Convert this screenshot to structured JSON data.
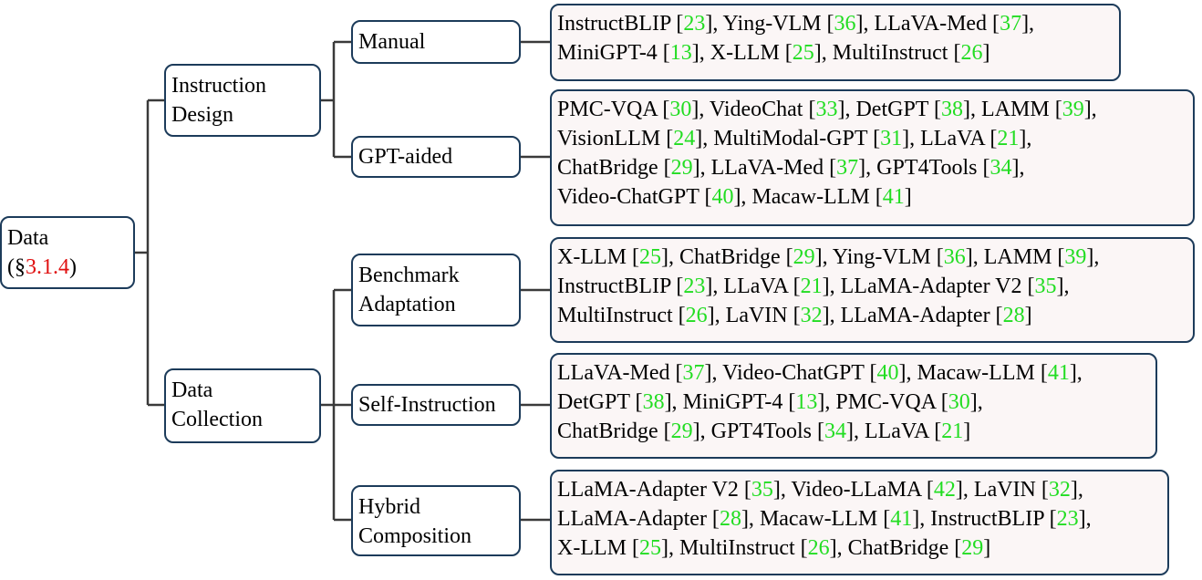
{
  "root": {
    "line1": "Data",
    "line2_prefix": "(§",
    "line2_section": "3.1.4",
    "line2_suffix": ")"
  },
  "level1": [
    {
      "line1": "Instruction",
      "line2": "Design"
    },
    {
      "line1": "Data",
      "line2": "Collection"
    }
  ],
  "level2": [
    {
      "line1": "Manual",
      "line2": ""
    },
    {
      "line1": "GPT-aided",
      "line2": ""
    },
    {
      "line1": "Benchmark",
      "line2": "Adaptation"
    },
    {
      "line1": "Self-Instruction",
      "line2": ""
    },
    {
      "line1": "Hybrid",
      "line2": "Composition"
    }
  ],
  "leaves": [
    [
      [
        [
          "InstructBLIP",
          "23"
        ],
        [
          "Ying-VLM",
          "36"
        ],
        [
          "LLaVA-Med",
          "37",
          ","
        ]
      ],
      [
        [
          "MiniGPT-4",
          "13"
        ],
        [
          "X-LLM",
          "25"
        ],
        [
          "MultiInstruct",
          "26",
          ""
        ]
      ]
    ],
    [
      [
        [
          "PMC-VQA",
          "30"
        ],
        [
          "VideoChat",
          "33"
        ],
        [
          "DetGPT",
          "38"
        ],
        [
          "LAMM",
          "39",
          ","
        ]
      ],
      [
        [
          "VisionLLM",
          "24"
        ],
        [
          "MultiModal-GPT",
          "31"
        ],
        [
          "LLaVA",
          "21",
          ","
        ]
      ],
      [
        [
          "ChatBridge",
          "29"
        ],
        [
          "LLaVA-Med",
          "37"
        ],
        [
          "GPT4Tools",
          "34",
          ","
        ]
      ],
      [
        [
          "Video-ChatGPT",
          "40"
        ],
        [
          "Macaw-LLM",
          "41",
          ""
        ]
      ]
    ],
    [
      [
        [
          "X-LLM",
          "25"
        ],
        [
          "ChatBridge",
          "29"
        ],
        [
          "Ying-VLM",
          "36"
        ],
        [
          "LAMM",
          "39",
          ","
        ]
      ],
      [
        [
          "InstructBLIP",
          "23"
        ],
        [
          "LLaVA",
          "21"
        ],
        [
          "LLaMA-Adapter V2",
          "35",
          ","
        ]
      ],
      [
        [
          "MultiInstruct",
          "26"
        ],
        [
          "LaVIN",
          "32"
        ],
        [
          "LLaMA-Adapter",
          "28",
          ""
        ]
      ]
    ],
    [
      [
        [
          "LLaVA-Med",
          "37"
        ],
        [
          "Video-ChatGPT",
          "40"
        ],
        [
          "Macaw-LLM",
          "41",
          ","
        ]
      ],
      [
        [
          "DetGPT",
          "38"
        ],
        [
          "MiniGPT-4",
          "13"
        ],
        [
          "PMC-VQA",
          "30",
          ","
        ]
      ],
      [
        [
          "ChatBridge",
          "29"
        ],
        [
          "GPT4Tools",
          "34"
        ],
        [
          "LLaVA",
          "21",
          ""
        ]
      ]
    ],
    [
      [
        [
          "LLaMA-Adapter V2",
          "35"
        ],
        [
          "Video-LLaMA",
          "42"
        ],
        [
          "LaVIN",
          "32",
          ","
        ]
      ],
      [
        [
          "LLaMA-Adapter",
          "28"
        ],
        [
          "Macaw-LLM",
          "41"
        ],
        [
          "InstructBLIP",
          "23",
          ","
        ]
      ],
      [
        [
          "X-LLM",
          "25"
        ],
        [
          "MultiInstruct",
          "26"
        ],
        [
          "ChatBridge",
          "29",
          ""
        ]
      ]
    ]
  ]
}
